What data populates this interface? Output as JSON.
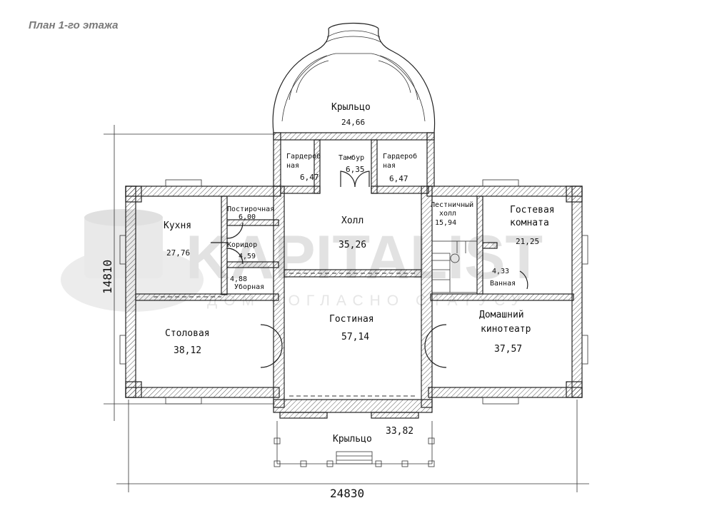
{
  "title": "План 1-го этажа",
  "watermark": {
    "name": "KAPITALIST",
    "slogan": "ДОМ СОГЛАСНО СТАТУСУ"
  },
  "dimensions": {
    "height": "14810",
    "width": "24830"
  },
  "rooms": {
    "porch_top": {
      "name": "Крыльцо",
      "area": "24,66"
    },
    "wardrobe_left": {
      "name1": "Гардероб",
      "name2": "ная",
      "area": "6,47"
    },
    "vestibule": {
      "name": "Тамбур",
      "area": "6,35"
    },
    "wardrobe_right": {
      "name1": "Гардероб",
      "name2": "ная",
      "area": "6,47"
    },
    "kitchen": {
      "name": "Кухня",
      "area": "27,76"
    },
    "laundry": {
      "name": "Постирочная",
      "area": "6,00"
    },
    "corridor": {
      "name": "Коридор",
      "area": "4,59"
    },
    "toilet": {
      "name": "Уборная",
      "area": "4,88"
    },
    "hall": {
      "name": "Холл",
      "area": "35,26"
    },
    "stair_hall": {
      "name1": "Лестничный",
      "name2": "холл",
      "area": "15,94"
    },
    "guest_room": {
      "name1": "Гостевая",
      "name2": "комната",
      "area": "21,25"
    },
    "bathroom": {
      "name": "Ванная",
      "area": "4,33"
    },
    "dining": {
      "name": "Столовая",
      "area": "38,12"
    },
    "living": {
      "name": "Гостиная",
      "area": "57,14"
    },
    "home_theater": {
      "name1": "Домашний",
      "name2": "кинотеатр",
      "area": "37,57"
    },
    "porch_bottom": {
      "name": "Крыльцо",
      "area": "33,82"
    }
  }
}
